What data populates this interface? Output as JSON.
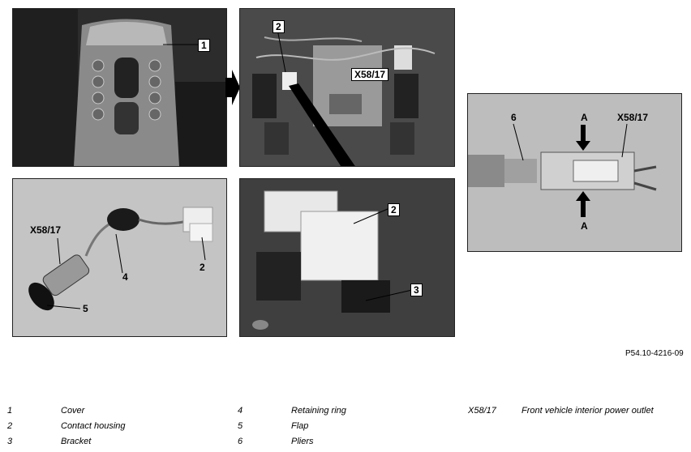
{
  "figure": {
    "reference": "P54.10-4216-09",
    "callouts": {
      "p1_cover": "1",
      "p2_contact": "2",
      "p2_outlet": "X58/17",
      "p3_outlet": "X58/17",
      "p3_ring": "4",
      "p3_flap": "5",
      "p3_contact": "2",
      "p4_contact": "2",
      "p4_bracket": "3",
      "p5_pliers": "6",
      "p5_arrow_top": "A",
      "p5_arrow_bottom": "A",
      "p5_outlet": "X58/17"
    }
  },
  "legend": [
    {
      "num": "1",
      "text": "Cover"
    },
    {
      "num": "2",
      "text": "Contact housing"
    },
    {
      "num": "3",
      "text": "Bracket"
    },
    {
      "num": "4",
      "text": "Retaining ring"
    },
    {
      "num": "5",
      "text": "Flap"
    },
    {
      "num": "6",
      "text": "Pliers"
    },
    {
      "num": "X58/17",
      "text": "Front vehicle interior power outlet"
    }
  ]
}
